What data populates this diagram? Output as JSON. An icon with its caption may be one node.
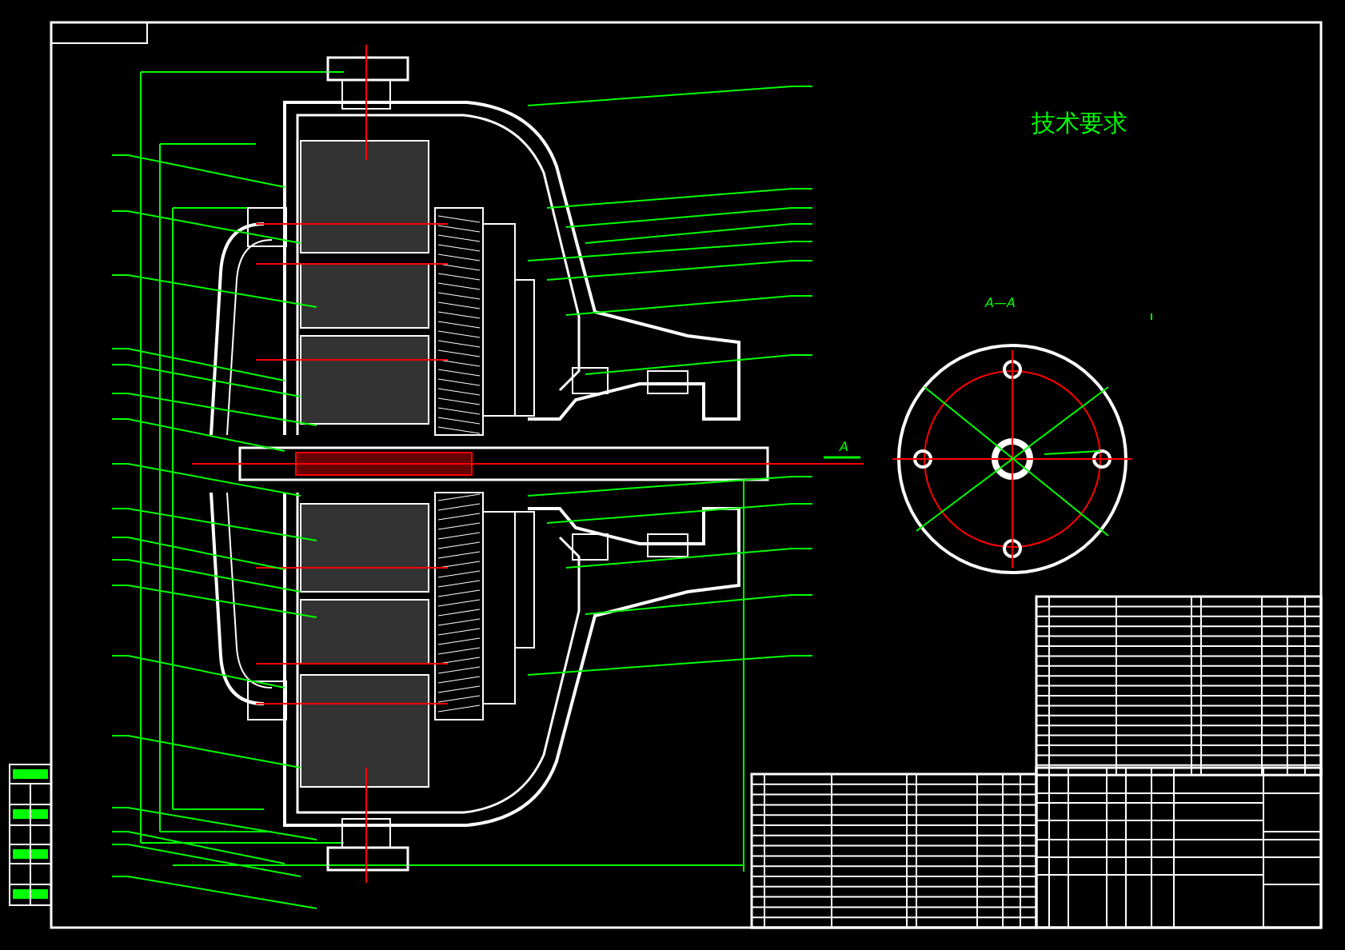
{
  "diagram": {
    "labels": [
      "技术要求",
      "A—A",
      "A"
    ]
  }
}
